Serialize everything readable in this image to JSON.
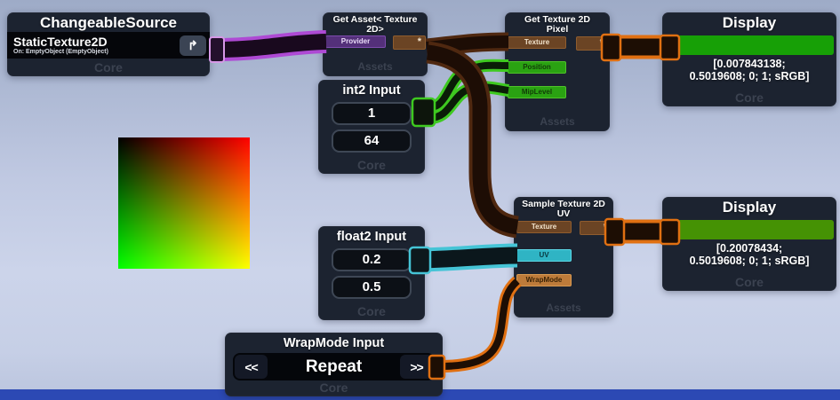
{
  "environment": {
    "ground_color": "#2c49b4"
  },
  "swatch": {
    "top_left": "#000000",
    "top_right": "#ff0000",
    "bottom_left": "#00ff00",
    "bottom_right": "#ffff00"
  },
  "wire_colors": {
    "reference": "#ae4ad4",
    "texture_asset": "#4f2810",
    "int2": "#3ec920",
    "float2": "#45c4d6",
    "wrap_mode": "#e07012"
  },
  "nodes": {
    "changeable_source": {
      "title": "ChangeableSource",
      "value": "StaticTexture2D",
      "subtitle": "On: EmptyObject (EmptyObject)",
      "pick_icon": "↱",
      "category": "Core"
    },
    "get_asset": {
      "title_line1": "Get Asset< Texture",
      "title_line2": "2D>",
      "inputs": [
        "Provider"
      ],
      "output_label": "*",
      "category": "Assets"
    },
    "get_texture_pixel": {
      "title_line1": "Get Texture 2D",
      "title_line2": "Pixel",
      "inputs": [
        "Texture",
        "Position",
        "MipLevel"
      ],
      "output_label": "*",
      "category": "Assets"
    },
    "display_top": {
      "title": "Display",
      "swatch_color": "#17a006",
      "value_line1": "[0.007843138;",
      "value_line2": "0.5019608; 0; 1; sRGB]",
      "category": "Core"
    },
    "int2_input": {
      "title": "int2 Input",
      "values": [
        "1",
        "64"
      ],
      "category": "Core"
    },
    "sample_texture_uv": {
      "title_line1": "Sample Texture 2D",
      "title_line2": "UV",
      "inputs": [
        "Texture",
        "UV",
        "WrapMode"
      ],
      "output_label": "*",
      "category": "Assets"
    },
    "display_bottom": {
      "title": "Display",
      "swatch_color": "#459204",
      "value_line1": "[0.20078434;",
      "value_line2": "0.5019608; 0; 1; sRGB]",
      "category": "Core"
    },
    "float2_input": {
      "title": "float2 Input",
      "values": [
        "0.2",
        "0.5"
      ],
      "category": "Core"
    },
    "wrapmode_input": {
      "title": "WrapMode Input",
      "prev_label": "<<",
      "value": "Repeat",
      "next_label": ">>",
      "category": "Core"
    }
  }
}
